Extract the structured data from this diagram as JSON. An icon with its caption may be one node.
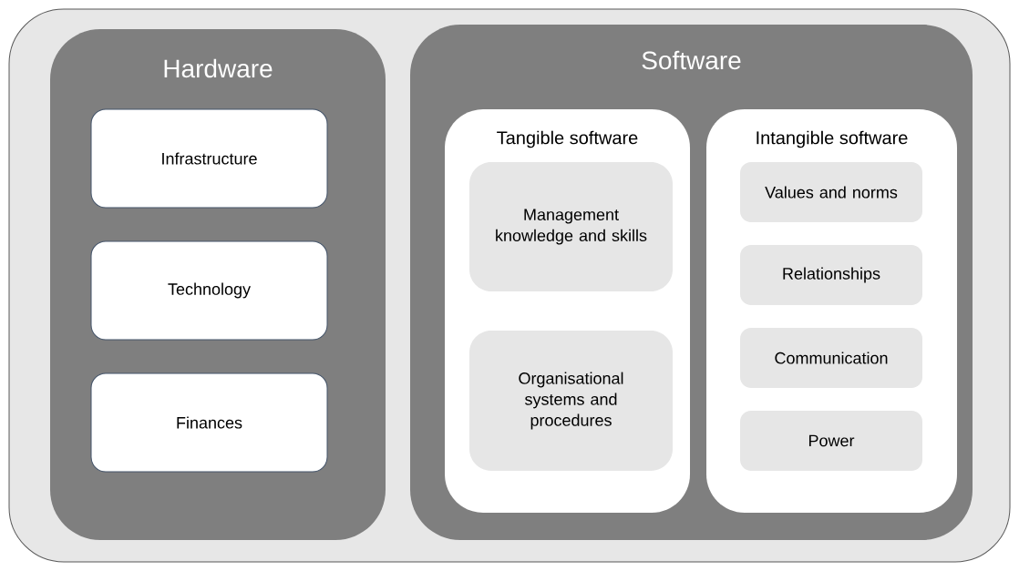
{
  "diagram": {
    "nodes": [
      {
        "text": [],
        "shape": "box"
      },
      {
        "text": [
          "Hardware"
        ],
        "in": 0
      },
      {
        "text": [
          "Infrastructure"
        ],
        "in": 1
      },
      {
        "text": [
          "Technology"
        ],
        "in": 1
      },
      {
        "text": [
          "Finances"
        ],
        "in": 1
      },
      {
        "text": [
          "Software"
        ],
        "in": 0
      },
      {
        "text": [
          "Tangible software"
        ],
        "in": 5
      },
      {
        "text": [
          "Management knowledge and skills"
        ],
        "in": 6
      },
      {
        "text": [
          "Organisational systems and procedures"
        ],
        "in": 6
      },
      {
        "text": [
          "Intangible software"
        ],
        "in": 5
      },
      {
        "text": [
          "Values and norms"
        ],
        "in": 9
      },
      {
        "text": [
          "Relationships"
        ],
        "in": 9
      },
      {
        "text": [
          "Communication"
        ],
        "in": 9
      },
      {
        "text": [
          "Power"
        ],
        "in": 9
      }
    ]
  }
}
